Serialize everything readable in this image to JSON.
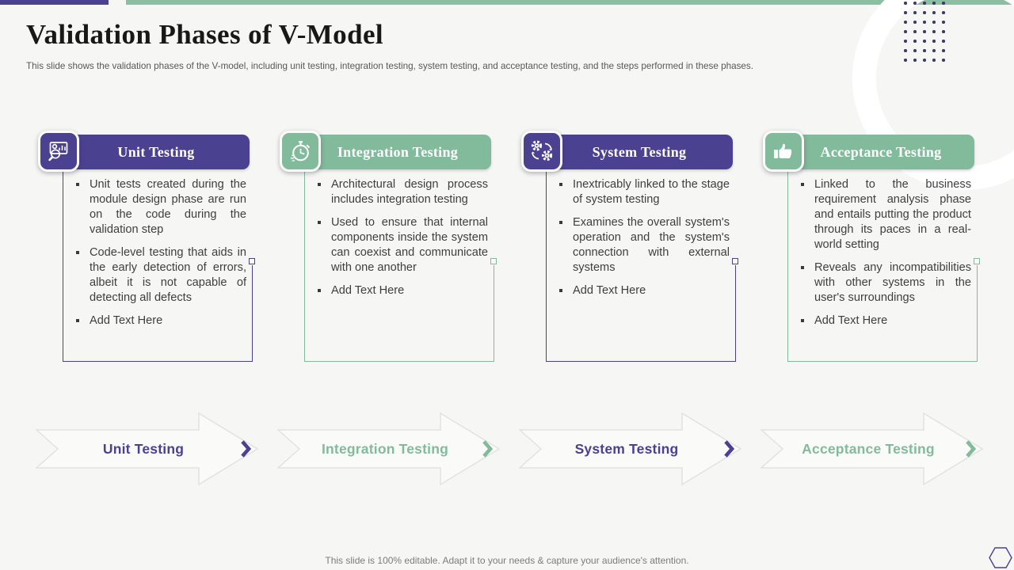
{
  "slide": {
    "title": "Validation Phases of V-Model",
    "subtitle": "This slide shows the validation phases of the V-model, including unit testing, integration testing, system testing, and acceptance testing, and the steps performed in these phases.",
    "footer": "This slide is 100% editable. Adapt it to your needs & capture your audience's attention."
  },
  "colors": {
    "purple": "#4B4191",
    "green": "#82BA9C",
    "topbar_green": "#8CBEA4",
    "dots_navy": "#3B3A69",
    "arrow_fill": "#FAFAF8",
    "arrow_outline": "#E2E2E0",
    "background": "#F6F6F4",
    "body_text": "#3E3E3E"
  },
  "columns": [
    {
      "title": "Unit Testing",
      "theme": "purple",
      "icon": "presentation-magnifier-icon",
      "bullets": [
        "Unit tests created during the module design phase are run on the code during the validation step",
        "Code-level testing that aids in the early detection of errors, albeit it is not capable of detecting all defects",
        "Add Text Here"
      ]
    },
    {
      "title": "Integration Testing",
      "theme": "green",
      "icon": "stopwatch-icon",
      "bullets": [
        "Architectural design process includes integration testing",
        "Used to ensure that internal components inside the system can coexist and communicate with one another",
        "Add Text Here"
      ]
    },
    {
      "title": "System Testing",
      "theme": "purple",
      "icon": "gears-process-icon",
      "bullets": [
        "Inextricably linked to the stage of system testing",
        "Examines the overall system's operation and the system's connection with external systems",
        "Add Text Here"
      ]
    },
    {
      "title": "Acceptance Testing",
      "theme": "green",
      "icon": "thumbs-up-icon",
      "bullets": [
        "Linked to the business requirement analysis phase and entails putting the product through its paces in a real-world setting",
        "Reveals any incompatibilities with other systems in the user's surroundings",
        "Add Text Here"
      ]
    }
  ],
  "arrows": [
    {
      "label": "Unit Testing",
      "theme": "purple"
    },
    {
      "label": "Integration Testing",
      "theme": "green"
    },
    {
      "label": "System Testing",
      "theme": "purple"
    },
    {
      "label": "Acceptance Testing",
      "theme": "green"
    }
  ]
}
